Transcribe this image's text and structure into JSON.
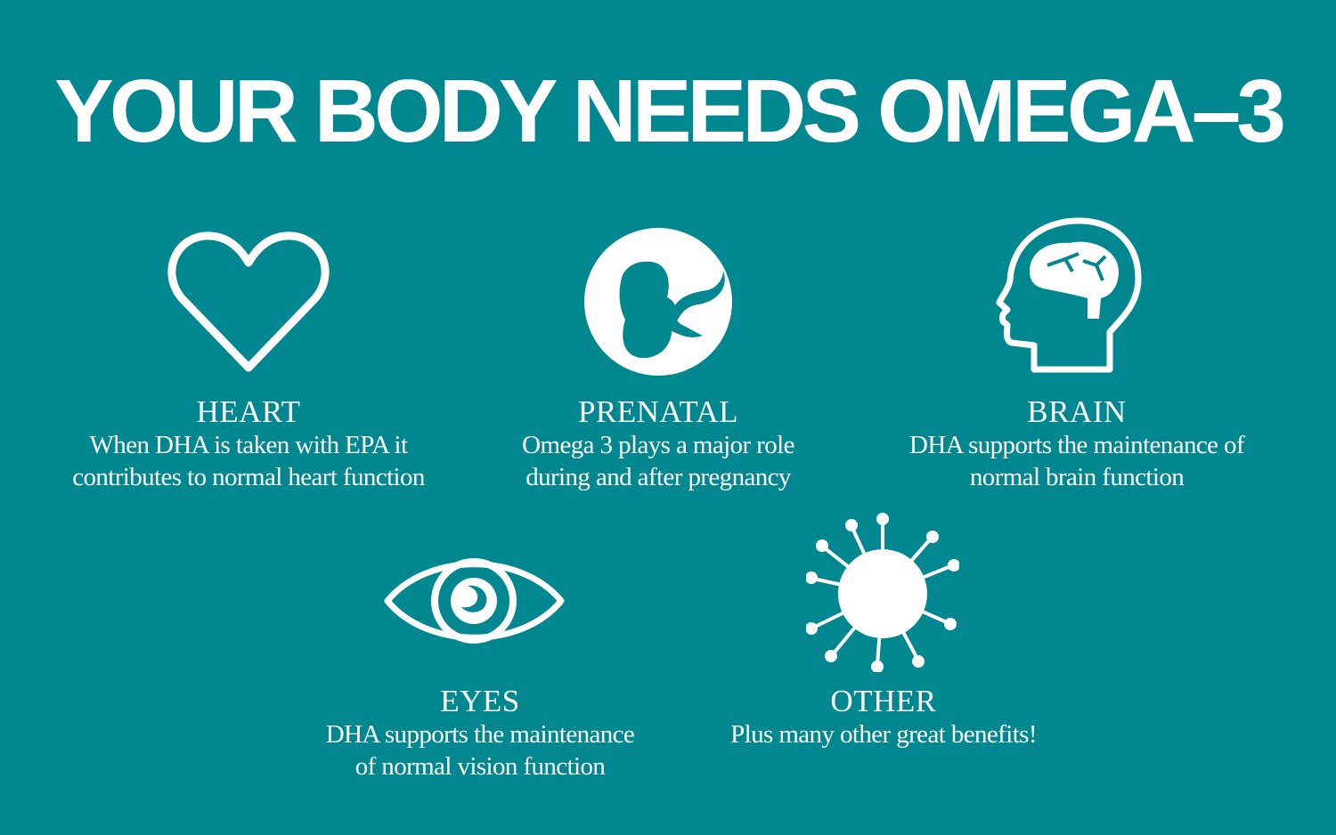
{
  "title": "YOUR BODY NEEDS OMEGA–3",
  "colors": {
    "background": "#00878f",
    "foreground": "#ffffff"
  },
  "benefits": [
    {
      "icon": "heart-icon",
      "heading": "HEART",
      "line1": "When DHA is taken with EPA it",
      "line2": "contributes to normal heart function"
    },
    {
      "icon": "fetus-icon",
      "heading": "PRENATAL",
      "line1": "Omega 3 plays a major role",
      "line2": "during and after pregnancy"
    },
    {
      "icon": "brain-head-icon",
      "heading": "BRAIN",
      "line1": "DHA supports the maintenance of",
      "line2": "normal brain function"
    },
    {
      "icon": "eye-icon",
      "heading": "EYES",
      "line1": "DHA supports the maintenance",
      "line2": "of normal vision function"
    },
    {
      "icon": "virus-icon",
      "heading": "OTHER",
      "line1": "Plus many other great benefits!",
      "line2": ""
    }
  ]
}
